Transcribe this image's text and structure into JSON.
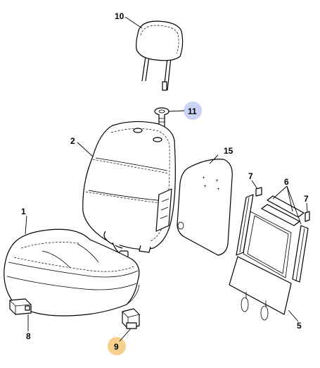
{
  "labels": {
    "p1": "1",
    "p2": "2",
    "p5": "5",
    "p6": "6",
    "p7a": "7",
    "p7b": "7",
    "p8": "8",
    "p9": "9",
    "p10": "10",
    "p11": "11",
    "p15": "15"
  },
  "colors": {
    "highlight_blue": "#c9d3f5",
    "highlight_orange": "#f7d08c",
    "line": "#000000"
  }
}
